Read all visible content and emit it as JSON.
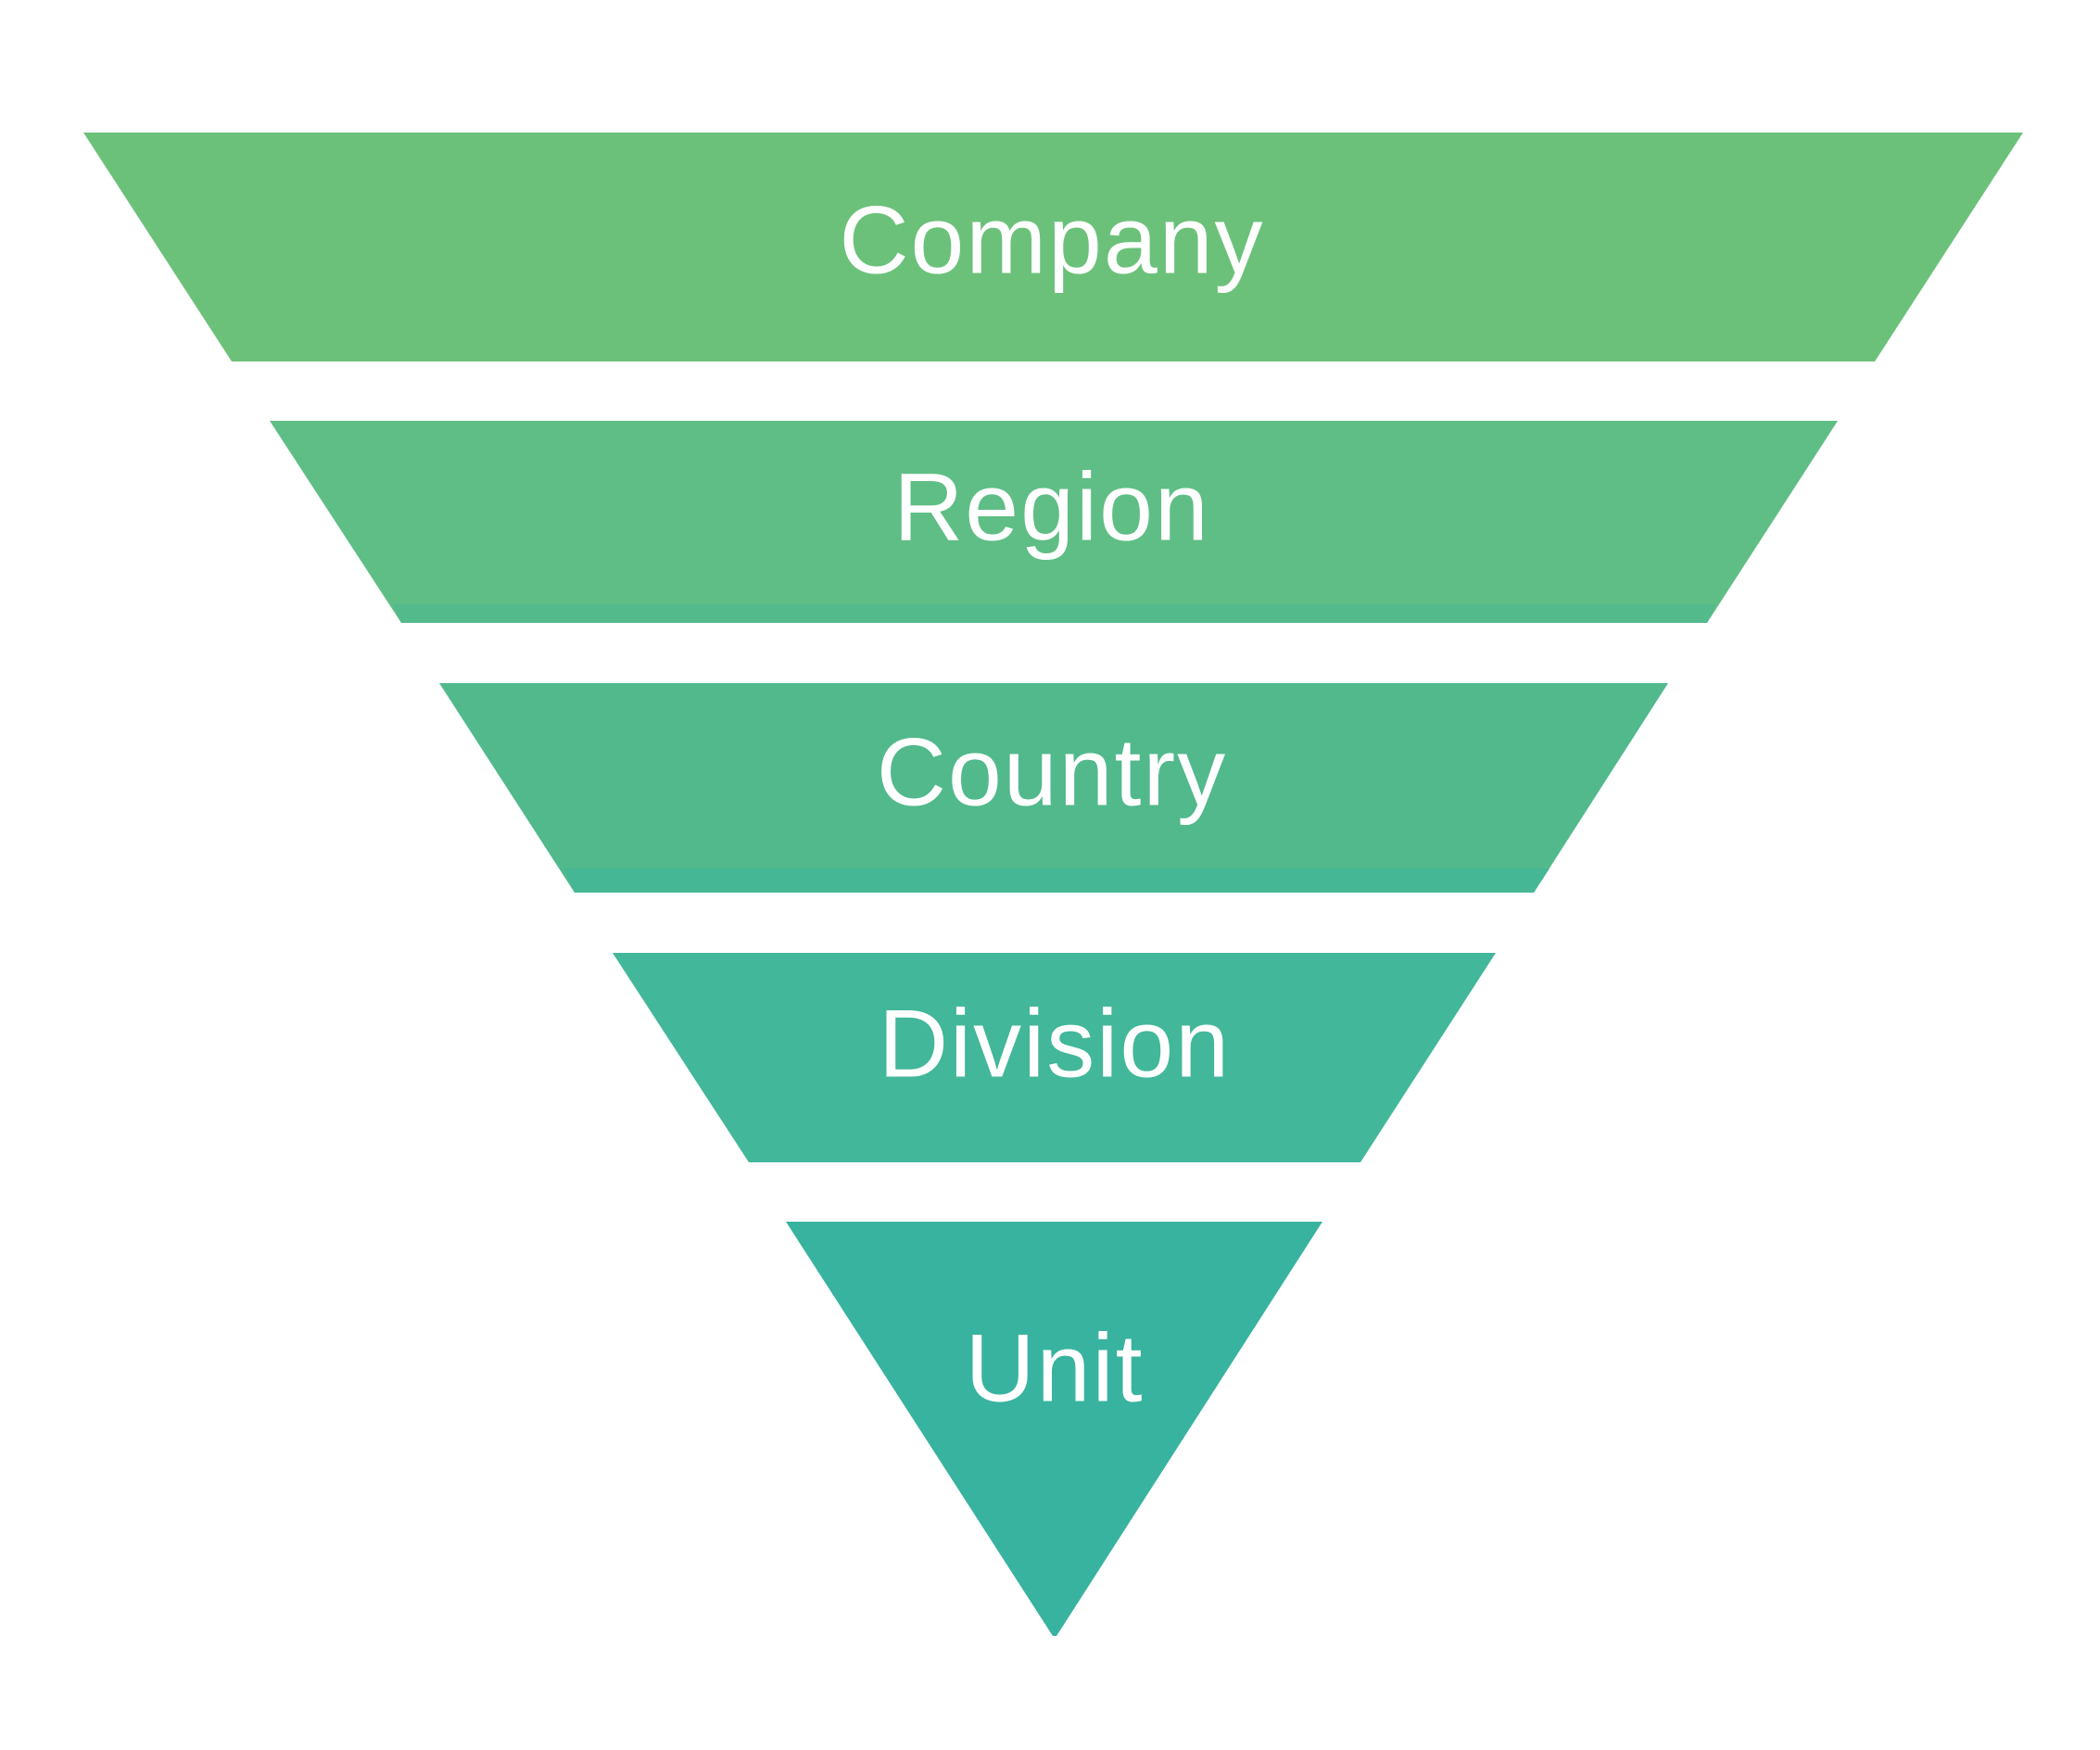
{
  "colors": {
    "background": "#ffffff",
    "text": "#ffffff",
    "level_company": "#6cc17a",
    "level_region": "#5fbe85",
    "level_country": "#51b98c",
    "level_division": "#42b799",
    "level_unit": "#38b39f",
    "region_edge": "#53ba8b",
    "country_edge": "#45b795"
  },
  "levels": [
    {
      "label": "Company"
    },
    {
      "label": "Region"
    },
    {
      "label": "Country"
    },
    {
      "label": "Division"
    },
    {
      "label": "Unit"
    }
  ]
}
